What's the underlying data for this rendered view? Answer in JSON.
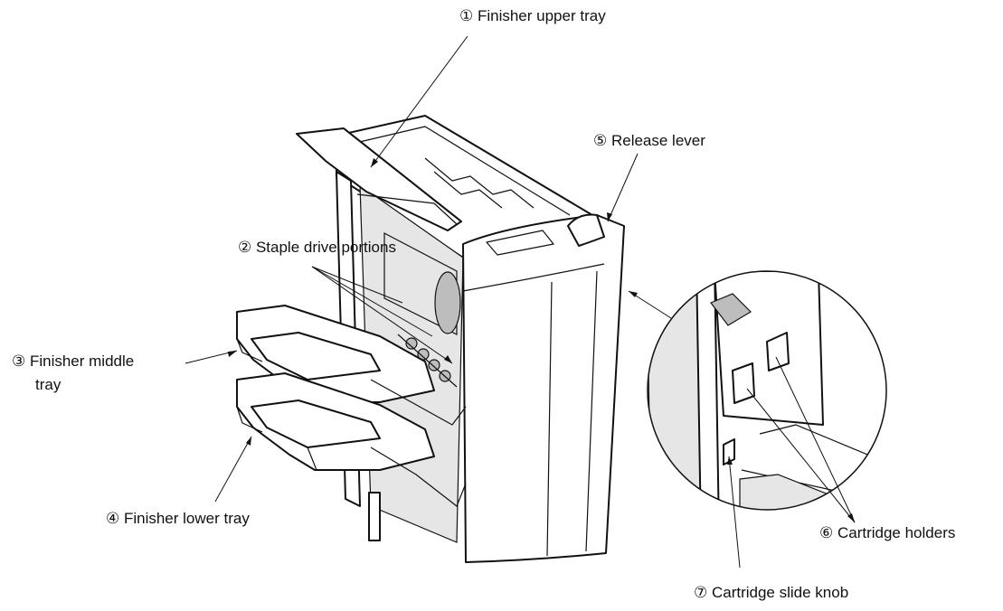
{
  "labels": {
    "upper_tray": "① Finisher upper tray",
    "release_lever": "⑤ Release lever",
    "staple_drive": "② Staple drive portions",
    "middle_tray_line1": "③ Finisher middle",
    "middle_tray_line2": "tray",
    "lower_tray": "④ Finisher lower tray",
    "cartridge_holders": "⑥ Cartridge holders",
    "cartridge_knob": "⑦ Cartridge slide knob"
  }
}
